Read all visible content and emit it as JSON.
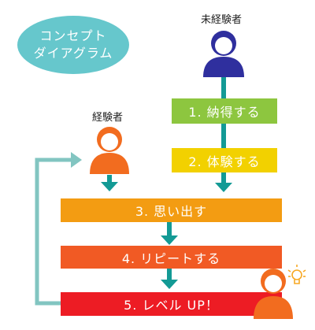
{
  "concept": {
    "line1": "コンセプト",
    "line2": "ダイアグラム"
  },
  "persons": {
    "newcomer_label": "未経験者",
    "experienced_label": "経験者"
  },
  "steps": [
    {
      "label": "1. 納得する",
      "color": "#8dc63f"
    },
    {
      "label": "2. 体験する",
      "color": "#f2d100"
    },
    {
      "label": "3. 思い出す",
      "color": "#f39c12"
    },
    {
      "label": "4. リピートする",
      "color": "#f15a24"
    },
    {
      "label": "5. レベル UP！",
      "color": "#ed1c24"
    }
  ],
  "colors": {
    "bubble": "#66c7cc",
    "arrow": "#139a95",
    "loop_arrow": "#82c5c1",
    "newcomer_person": "#2f2f9e",
    "experienced_person": "#f26c1f",
    "lightbulb": "#f7a823"
  },
  "icons": [
    "person-icon",
    "lightbulb-icon",
    "arrow-down-icon",
    "loop-arrow-icon"
  ]
}
